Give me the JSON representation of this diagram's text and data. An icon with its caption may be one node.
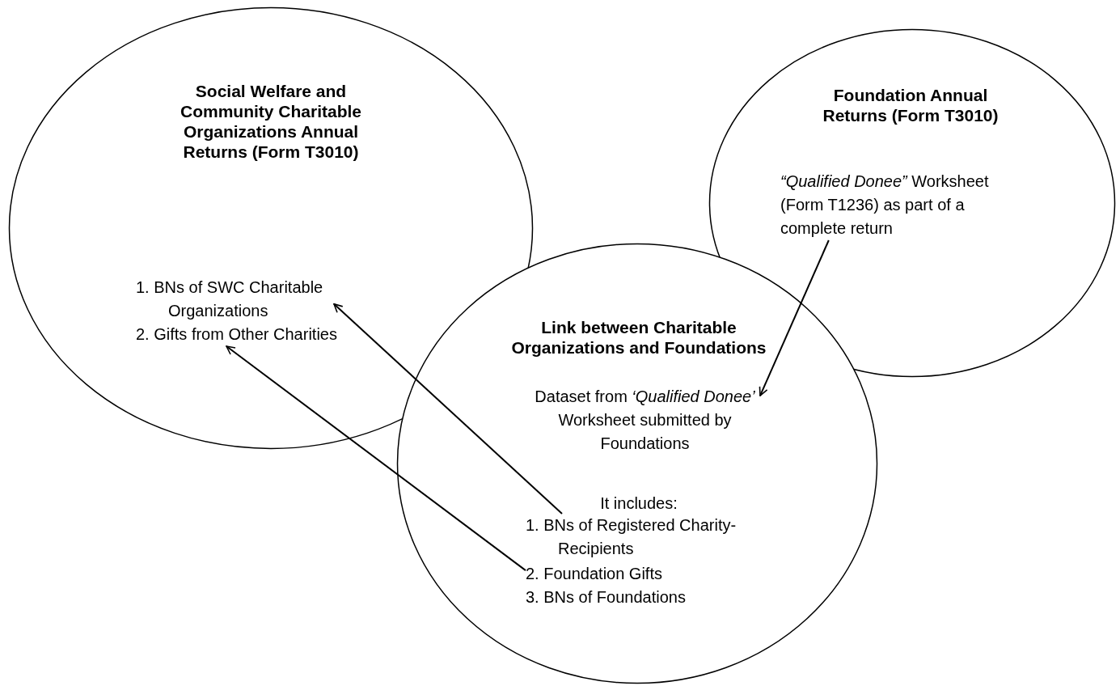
{
  "diagram": {
    "nodes": [
      {
        "text": [
          "Social Welfare and Community Charitable Organizations Annual Returns (Form T3010)"
        ]
      },
      {
        "text": [
          "1. BNs of SWC Charitable Organizations"
        ],
        "in": 0
      },
      {
        "text": [
          "2. Gifts from Other Charities"
        ],
        "in": 0
      },
      {
        "text": [
          "Foundation Annual Returns (Form T3010)"
        ]
      },
      {
        "text": [
          "*“Qualified Donee”* Worksheet (Form T1236) as part of a complete return"
        ],
        "in": 3
      },
      {
        "text": [
          "Link between Charitable Organizations and Foundations"
        ]
      },
      {
        "text": [
          "Dataset from *‘Qualified Donee’* Worksheet submitted by Foundations"
        ],
        "in": 5
      },
      {
        "text": [
          "It includes:"
        ],
        "in": 5
      },
      {
        "text": [
          "1. BNs of Registered Charity-Recipients"
        ],
        "in": 5
      },
      {
        "text": [
          "2. Foundation Gifts"
        ],
        "in": 5
      },
      {
        "text": [
          "3. BNs of Foundations"
        ],
        "in": 5
      }
    ],
    "edges": [
      {
        "from": 8,
        "to": 1,
        "arrow": "to"
      },
      {
        "from": 9,
        "to": 2,
        "arrow": "to"
      },
      {
        "from": 4,
        "to": 6,
        "arrow": "to"
      }
    ]
  }
}
